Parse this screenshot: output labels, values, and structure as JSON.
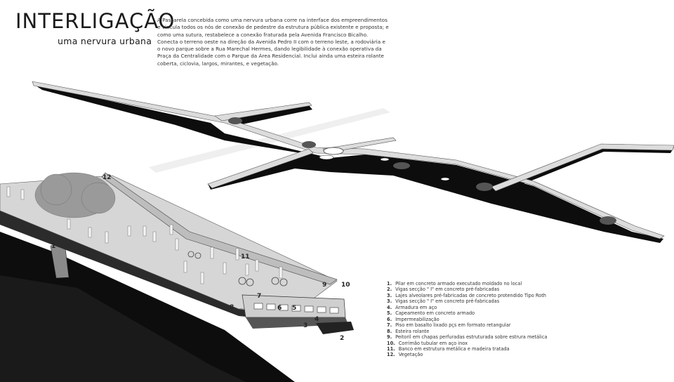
{
  "header": {
    "title": "INTERLIGAÇÃO",
    "subtitle": "uma nervura urbana"
  },
  "description": {
    "p1": "A Passarela concebida como uma nervura urbana corre na interface dos empreendimentos e vincula todos os nós de conexão de pedestre da estrutura pública existente e proposta; e como uma sutura, restabelece a conexão fraturada pela Avenida Francisco Bicalho.",
    "p2": "Conecta o terreno oeste na direção da Avenida Pedro II com o terreno leste, a rodoviária e o novo parque sobre a Rua Marechal Hermes, dando legibilidade à conexão operativa da Praça da Centralidade com o Parque da Área Residencial. Inclui ainda uma esteira rolante coberta, ciclovia, largos, mirantes, e vegetação."
  },
  "legend": [
    {
      "num": "1.",
      "text": "Pilar em concreto armado executado     moldado no local"
    },
    {
      "num": "2.",
      "text": "Vigas secção \" I\" em concreto pré-fabricadas"
    },
    {
      "num": "3.",
      "text": "Lajes alveolares pré-fabricadas de concreto protendido Tipo Roth"
    },
    {
      "num": "3.",
      "text": "Vigas secção \" I\" em concreto pré-fabricadas"
    },
    {
      "num": "4.",
      "text": "Armadura em aço"
    },
    {
      "num": "5.",
      "text": "Capeamento em concreto armado"
    },
    {
      "num": "6.",
      "text": "Impermeabilização"
    },
    {
      "num": "7.",
      "text": "Piso em basalto lixado pçs em formato retangular"
    },
    {
      "num": "8.",
      "text": "Esteira rolante"
    },
    {
      "num": "9.",
      "text": "Peitoril em chapas perfuradas estruturada sobre estrura metálica"
    },
    {
      "num": "10.",
      "text": "Corrimão tubular em aço inox"
    },
    {
      "num": "11.",
      "text": "Banco em estrutura metálica e madeira tratada"
    },
    {
      "num": "12.",
      "text": "Vegetação"
    }
  ],
  "callouts": {
    "c1": "1",
    "c2": "2",
    "c3": "3",
    "c4": "4",
    "c5": "5",
    "c6": "6",
    "c7": "7",
    "c8": "8",
    "c9": "9",
    "c10": "10",
    "c11": "11",
    "c12": "12"
  },
  "colors": {
    "ink": "#111111",
    "deck": "#d9d9d9",
    "shadow": "#0d0d0d",
    "foliage": "#9a9a9a"
  }
}
